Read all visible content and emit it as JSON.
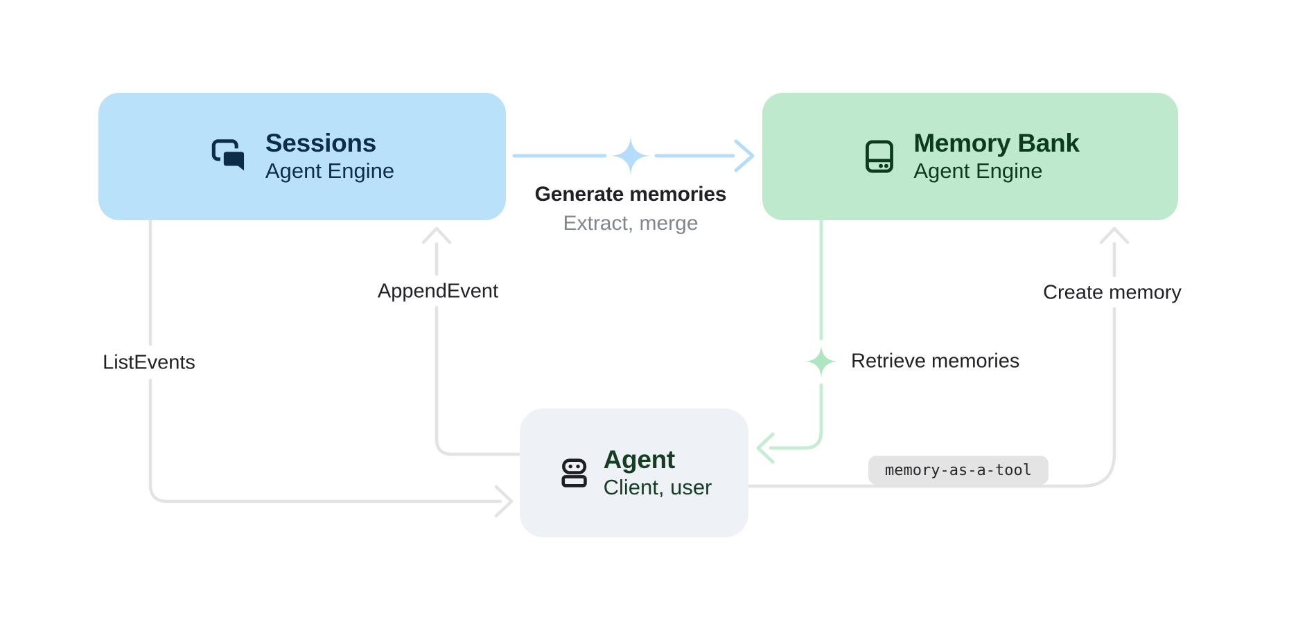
{
  "diagram": {
    "nodes": {
      "sessions": {
        "title": "Sessions",
        "subtitle": "Agent Engine",
        "icon": "chat-forum-icon",
        "fill": "#b9e2fa",
        "text_color": "#0d2c4a"
      },
      "memory_bank": {
        "title": "Memory Bank",
        "subtitle": "Agent Engine",
        "icon": "memory-storage-icon",
        "fill": "#bfe9cd",
        "text_color": "#0b3a1e"
      },
      "agent": {
        "title": "Agent",
        "subtitle": "Client, user",
        "icon": "robot-icon",
        "fill": "#eef1f5",
        "text_color": "#163c24"
      }
    },
    "edges": {
      "generate_memories": {
        "label": "Generate memories",
        "sublabel": "Extract, merge",
        "from": "sessions",
        "to": "memory_bank",
        "color": "#b5dcf9",
        "label_color": "#202124",
        "sublabel_color": "#80868b",
        "decoration": "sparkle"
      },
      "append_event": {
        "label": "AppendEvent",
        "from": "agent",
        "to": "sessions",
        "color": "#e3e3e3"
      },
      "list_events": {
        "label": "ListEvents",
        "from": "sessions",
        "to": "agent",
        "color": "#e3e3e3"
      },
      "retrieve_memories": {
        "label": "Retrieve memories",
        "from": "memory_bank",
        "to": "agent",
        "color": "#c7ebd3",
        "decoration": "sparkle"
      },
      "create_memory": {
        "label": "Create memory",
        "from": "agent",
        "to": "memory_bank",
        "color": "#e3e3e3",
        "badge": "memory-as-a-tool",
        "badge_fill": "#e4e4e4"
      }
    }
  }
}
